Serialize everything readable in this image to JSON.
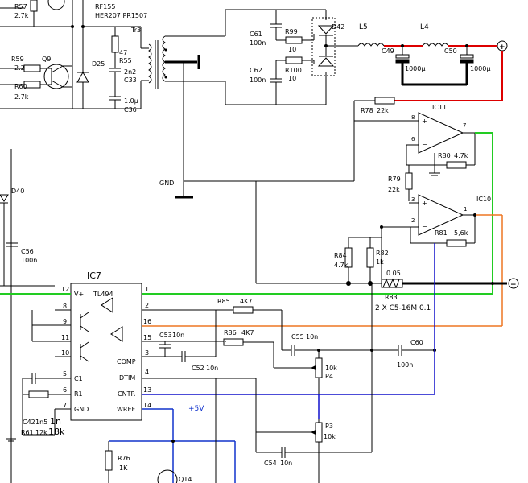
{
  "colors": {
    "wire": "#000000",
    "positive": "#dd0000",
    "green": "#22cc22",
    "orange": "#ee7722",
    "blue": "#1111cc",
    "supply5v": "#1133cc"
  },
  "labels": {
    "R57": "R57",
    "R57v": "2.7k",
    "RF155": "RF155",
    "HER207": "HER207 PR1507",
    "R59": "R59",
    "R59v": "2.2",
    "R60": "R60",
    "R60v": "2.7k",
    "Q9": "Q9",
    "D25": "D25",
    "R55": "R55",
    "R55v": "47",
    "C33v": "2n2",
    "C33": "C33",
    "C36v": "1.0µ",
    "C36": "C36",
    "Tr3": "Tr3",
    "C61": "C61",
    "C61v": "100n",
    "C62": "C62",
    "C62v": "100n",
    "R99": "R99",
    "R99v": "10",
    "R100": "R100",
    "R100v": "10",
    "D42": "D42",
    "L5": "L5",
    "L4": "L4",
    "C49": "C49",
    "C49v": "1000µ",
    "C50": "C50",
    "C50v": "1000µ",
    "GND": "GND",
    "R78": "R78",
    "R78v": "22k",
    "IC11": "IC11",
    "R80": "R80",
    "R80v": "4.7k",
    "R79": "R79",
    "R79v": "22k",
    "IC10": "IC10",
    "R81": "R81",
    "R81v": "5,6k",
    "R84": "R84",
    "R84v": "4.7k",
    "R82": "R82",
    "R82v": "1k",
    "R83v": "0.05",
    "R83": "R83",
    "R83desc": "2 X C5-16M  0.1",
    "D40": "D40",
    "C56": "C56",
    "C56v": "100n",
    "IC7": "IC7",
    "TL494": "TL494",
    "Vplus": "V+",
    "C1": "C1",
    "R1": "R1",
    "GNDpin": "GND",
    "COMP": "COMP",
    "DTIM": "DTIM",
    "CNTR": "CNTR",
    "WREF": "WREF",
    "R85": "R85",
    "R85v": "4K7",
    "R86": "R86",
    "R86v": "4K7",
    "C53": "C53",
    "C53v": "10n",
    "C52": "C52",
    "C52v": "10n",
    "C55": "C55",
    "C55v": "10n",
    "C60": "C60",
    "C60v": "100n",
    "P4": "P4",
    "P4v": "10k",
    "P3": "P3",
    "P3v": "10k",
    "C54": "C54",
    "C54v": "10n",
    "plus5v": "+5V",
    "C42": "C42",
    "C42v": "1n5",
    "C42v2": "1n",
    "R61": "R61",
    "R61v": "12k",
    "R61v2": "18k",
    "R76": "R76",
    "R76v": "1K",
    "Q14": "Q14",
    "pin12": "12",
    "pin8": "8",
    "pin9": "9",
    "pin11": "11",
    "pin10": "10",
    "pin5": "5",
    "pin6": "6",
    "pin7": "7",
    "pin1": "1",
    "pin2": "2",
    "pin16": "16",
    "pin15": "15",
    "pin3": "3",
    "pin4": "4",
    "pin13": "13",
    "pin14": "14",
    "ic11p8": "8",
    "ic11p6": "6",
    "ic11p7": "7",
    "ic10p3": "3",
    "ic10p2": "2",
    "ic10p1": "1",
    "plus": "+",
    "minus": "−"
  }
}
